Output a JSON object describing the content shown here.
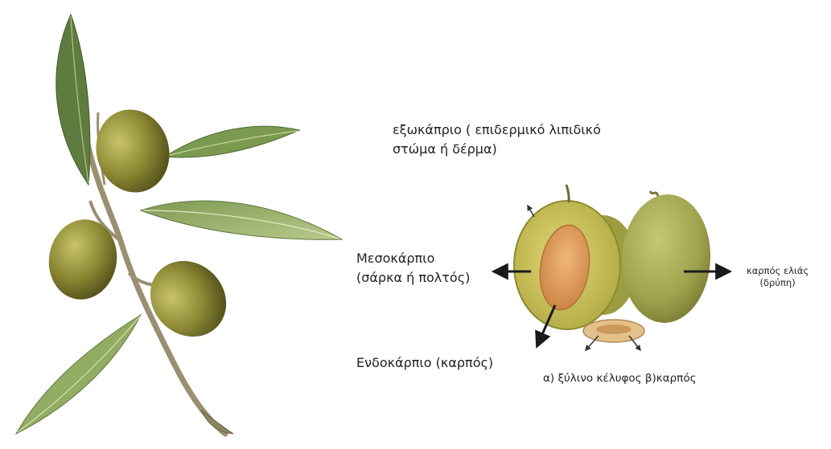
{
  "labels": {
    "exocarp": {
      "line1": "εξωκάπριο ( επιδερμικό λιπιδικό",
      "line2": "στώμα ή δέρμα)"
    },
    "mesocarp": {
      "line1": "Μεσοκάρπιο",
      "line2": "(σάρκα ή πολτός)"
    },
    "endocarp": "Ενδοκάρπιο (καρπός)",
    "fruit": {
      "line1": "καρπός ελιάς",
      "line2": "(δρύπη)"
    },
    "shell_seed": "α) ξύλινο κέλυφος β)καρπός"
  },
  "colors": {
    "leaf_dark": "#5d7a3e",
    "leaf_light": "#a9bd7c",
    "olive_dark": "#6b6a26",
    "olive_light": "#b8b45a",
    "flesh": "#d8c760",
    "pit": "#d89a57",
    "stem": "#9b8f72",
    "arrow": "#1a1a1a"
  }
}
